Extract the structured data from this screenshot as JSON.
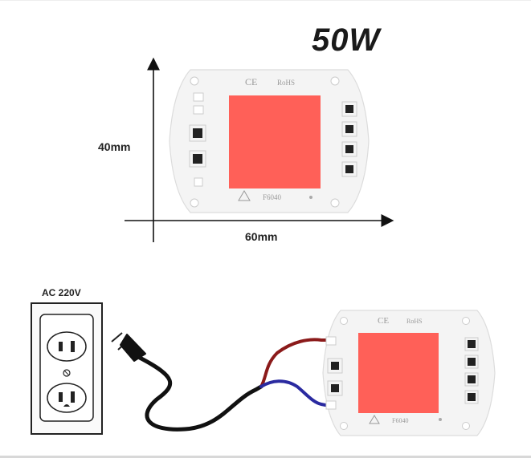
{
  "title": "50W",
  "dimensions": {
    "height_label": "40mm",
    "width_label": "60mm"
  },
  "power_source": {
    "label": "AC 220V"
  },
  "board_markings": {
    "ce": "CE",
    "rohs": "RoHS",
    "model": "F6040"
  },
  "colors": {
    "led_chip": "#ff6058",
    "board": "#f4f4f4",
    "wire_live": "#8b1a1a",
    "wire_neutral": "#2a2aa0",
    "cable": "#111111"
  }
}
